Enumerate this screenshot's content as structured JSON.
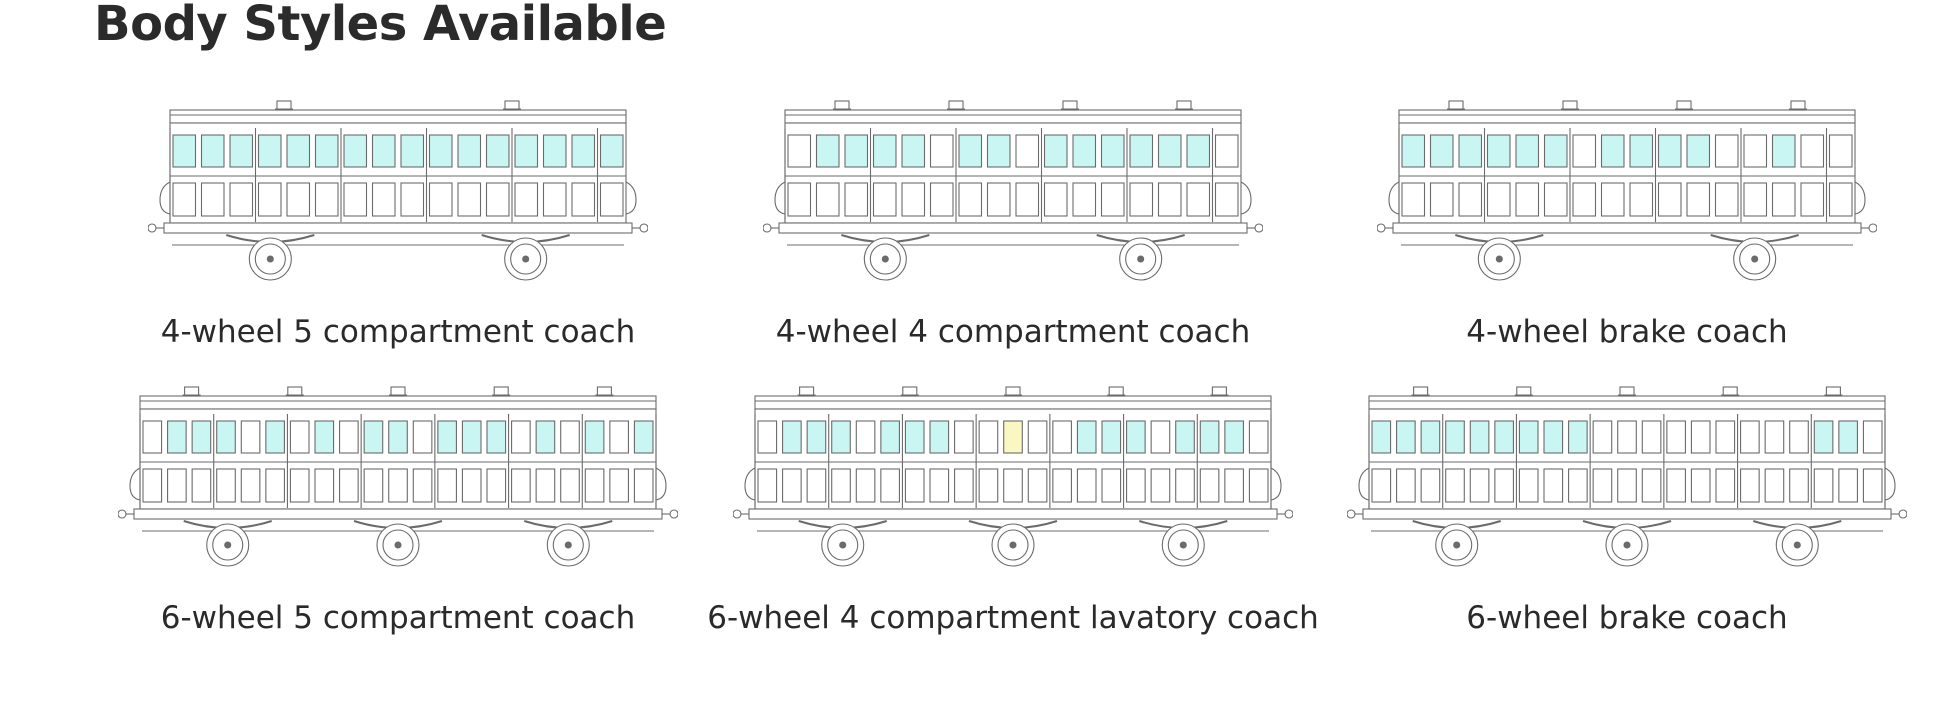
{
  "heading": "Body Styles Available",
  "colors": {
    "glass": "#c9f5f2",
    "frosted_glass": "#fbf7c2",
    "line": "#6b6b6b"
  },
  "styles": [
    {
      "label": "4-wheel 5 compartment coach",
      "wheels": 4,
      "windows": "CCCCCCCCCCCCCCCC",
      "vents": 2
    },
    {
      "label": "4-wheel 4 compartment coach",
      "wheels": 4,
      "windows": "WCCCCWCCWCCCCCCW",
      "vents": 4
    },
    {
      "label": "4-wheel brake coach",
      "wheels": 4,
      "windows": "CCCCCCWCCCCWWCWW",
      "vents": 4
    },
    {
      "label": "6-wheel 5 compartment coach",
      "wheels": 6,
      "windows": "WCCCWCWCWCCWCCCWCWCWC",
      "vents": 5
    },
    {
      "label": "6-wheel 4 compartment lavatory coach",
      "wheels": 6,
      "windows": "WCCCWCCCWWYWWCCCWCCCW",
      "vents": 5
    },
    {
      "label": "6-wheel brake coach",
      "wheels": 6,
      "windows": "CCCCCCCCCWWWWWWWWWCCW",
      "vents": 5
    }
  ]
}
